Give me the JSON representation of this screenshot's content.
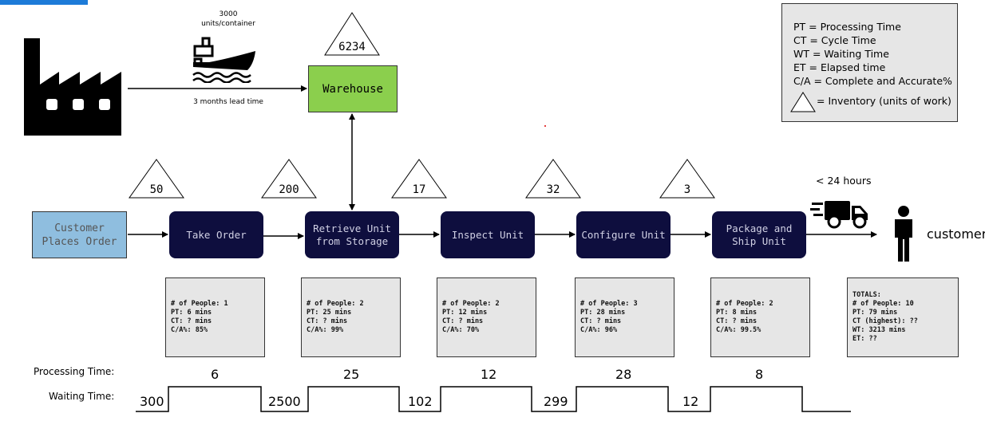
{
  "supplier": {
    "shipment_qty": "3000",
    "shipment_unit": "units/container",
    "lead_time": "3 months lead time"
  },
  "warehouse": {
    "label": "Warehouse",
    "inventory": "6234"
  },
  "legend": {
    "items": [
      "PT = Processing Time",
      "CT = Cycle Time",
      "WT = Waiting Time",
      "ET = Elapsed time",
      "C/A = Complete and Accurate%"
    ],
    "inventory_note": "= Inventory (units of work)"
  },
  "customer_order": {
    "label": "Customer Places Order"
  },
  "inventories": [
    "50",
    "200",
    "17",
    "32",
    "3"
  ],
  "processes": [
    {
      "label": "Take Order",
      "people": "# of People: 1",
      "pt": "PT: 6 mins",
      "ct": "CT: ? mins",
      "ca": "C/A%: 85%"
    },
    {
      "label": "Retrieve Unit from Storage",
      "people": "# of People: 2",
      "pt": "PT: 25 mins",
      "ct": "CT: ? mins",
      "ca": "C/A%: 99%"
    },
    {
      "label": "Inspect Unit",
      "people": "# of People: 2",
      "pt": "PT: 12 mins",
      "ct": "CT: ? mins",
      "ca": "C/A%: 70%"
    },
    {
      "label": "Configure Unit",
      "people": "# of People: 3",
      "pt": "PT: 28 mins",
      "ct": "CT: ? mins",
      "ca": "C/A%: 96%"
    },
    {
      "label": "Package and Ship Unit",
      "people": "# of People: 2",
      "pt": "PT: 8 mins",
      "ct": "CT: ? mins",
      "ca": "C/A%: 99.5%"
    }
  ],
  "totals": {
    "title": "TOTALS:",
    "people": "# of People: 10",
    "pt": "PT: 79 mins",
    "ct": "CT (highest): ??",
    "wt": "WT: 3213 mins",
    "et": "ET: ??"
  },
  "delivery": {
    "time": "< 24 hours",
    "customer": "customer"
  },
  "timeline": {
    "processing_label": "Processing Time:",
    "waiting_label": "Waiting Time:",
    "processing_values": [
      "6",
      "25",
      "12",
      "28",
      "8"
    ],
    "waiting_values": [
      "300",
      "2500",
      "102",
      "299",
      "12"
    ]
  }
}
